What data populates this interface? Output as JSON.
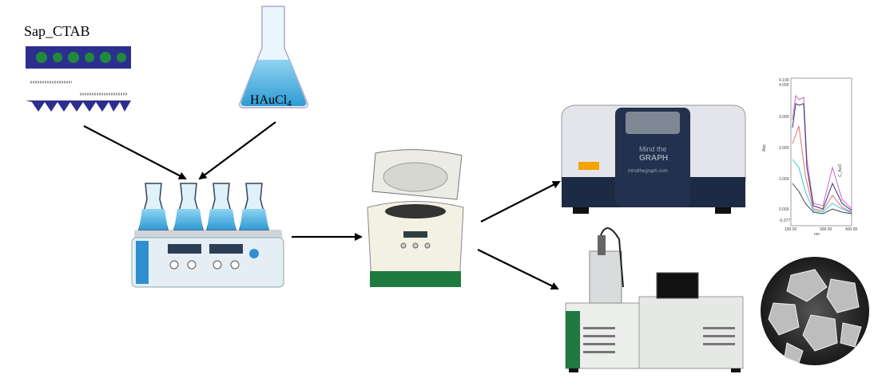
{
  "labels": {
    "clay": "Sap_CTAB",
    "precursor_main": "HAuCl",
    "precursor_sub": "4"
  },
  "watermark": {
    "line1": "Mind the",
    "line2": "GRAPH",
    "url": "mindthegraph.com"
  },
  "spectrum": {
    "y_label": "Abs.",
    "x_label": "nm",
    "legend": "C_AuO",
    "y_ticks": [
      "4.190",
      "4.000",
      "3.000",
      "2.000",
      "1.000",
      "0.000",
      "-0.377"
    ],
    "x_ticks": [
      "190.00",
      "300.00",
      "400.00"
    ]
  },
  "colors": {
    "arrow": "#000000",
    "liquid": "#4fb3e0",
    "ftir_dark": "#1c2a44",
    "accent_orange": "#f4a300",
    "green": "#1e7a3e"
  }
}
